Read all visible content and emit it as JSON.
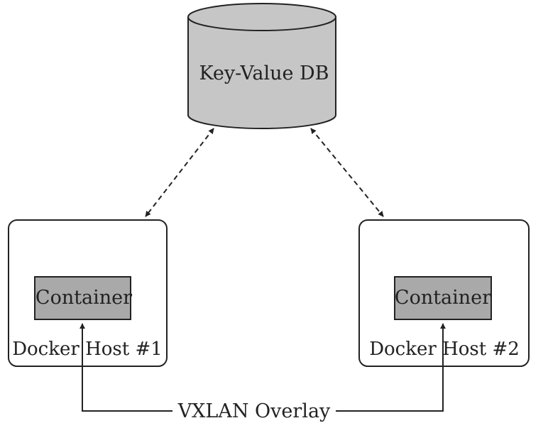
{
  "diagram": {
    "database": {
      "label": "Key-Value DB"
    },
    "hosts": [
      {
        "label": "Docker Host #1",
        "container_label": "Container"
      },
      {
        "label": "Docker Host #2",
        "container_label": "Container"
      }
    ],
    "overlay": {
      "label": "VXLAN Overlay"
    }
  },
  "colors": {
    "db_fill": "#c6c6c6",
    "container_fill": "#a9a9a9",
    "stroke": "#222222",
    "background": "#ffffff"
  }
}
